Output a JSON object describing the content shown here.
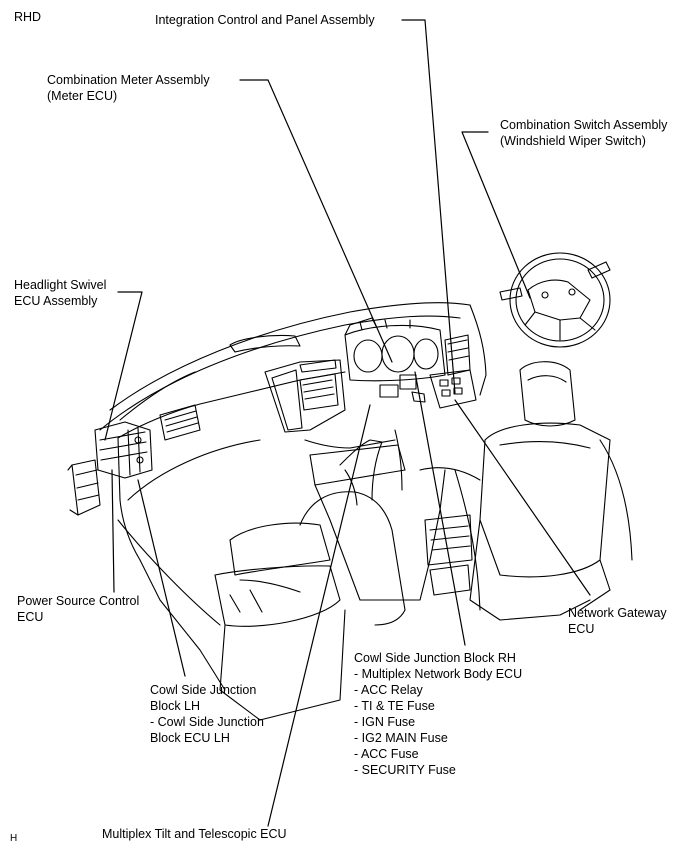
{
  "corner": {
    "side": "RHD",
    "code": "H"
  },
  "labels": {
    "integration": [
      "Integration Control and Panel Assembly"
    ],
    "meter": [
      "Combination Meter Assembly",
      "(Meter ECU)"
    ],
    "combo_switch": [
      "Combination Switch Assembly",
      "(Windshield Wiper Switch)"
    ],
    "headlight": [
      "Headlight Swivel",
      "ECU Assembly"
    ],
    "power_source": [
      "Power Source Control",
      "ECU"
    ],
    "network_gateway": [
      "Network Gateway",
      "ECU"
    ],
    "cowl_rh": [
      "Cowl Side Junction Block RH",
      "- Multiplex Network Body ECU",
      "- ACC Relay",
      "- TI & TE Fuse",
      "- IGN Fuse",
      "- IG2 MAIN Fuse",
      "- ACC Fuse",
      "- SECURITY Fuse"
    ],
    "cowl_lh": [
      "Cowl Side Junction",
      "Block LH",
      "- Cowl Side Junction",
      "Block ECU LH"
    ],
    "tilt": [
      "Multiplex Tilt and Telescopic ECU"
    ]
  },
  "colors": {
    "line": "#000000",
    "background": "#ffffff"
  }
}
